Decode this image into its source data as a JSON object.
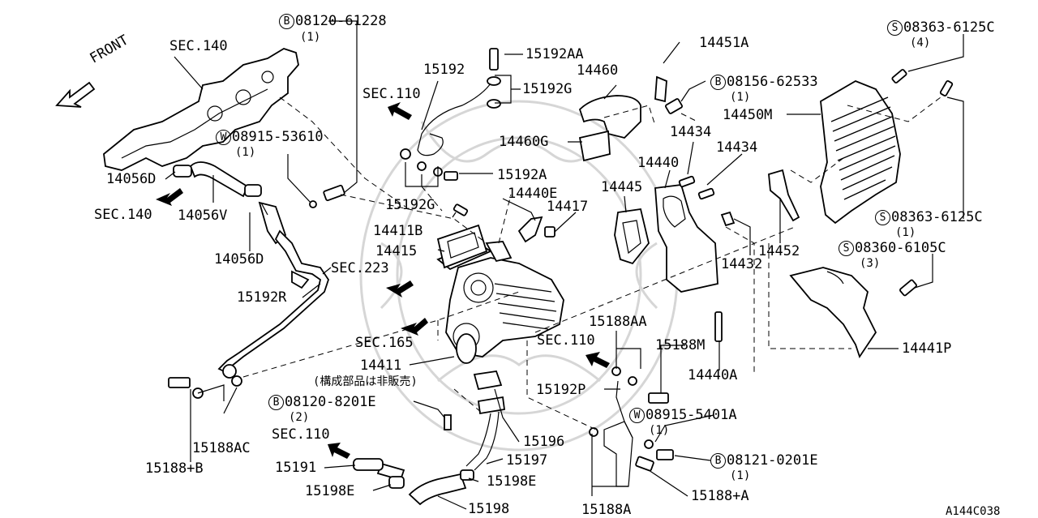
{
  "diagram_id": "A144C038",
  "front_label": "FRONT",
  "labels": {
    "sec140_top": "SEC.140",
    "b_08120_61228": "08120-61228",
    "b_08120_61228_qty": "(1)",
    "n15192AA": "15192AA",
    "n14451A": "14451A",
    "s_08363_6125C_top": "08363-6125C",
    "s_08363_6125C_top_qty": "(4)",
    "n15192": "15192",
    "n14460": "14460",
    "b_08156_62533": "08156-62533",
    "b_08156_62533_qty": "(1)",
    "sec110_a": "SEC.110",
    "n15192G_a": "15192G",
    "n14450M": "14450M",
    "w_08915_53610": "08915-53610",
    "w_08915_53610_qty": "(1)",
    "n14460G": "14460G",
    "n14434_a": "14434",
    "n14434_b": "14434",
    "n14440": "14440",
    "n14056D_a": "14056D",
    "n15192A": "15192A",
    "n14445": "14445",
    "n14440E": "14440E",
    "sec140_left": "SEC.140",
    "n14056V": "14056V",
    "n15192G_b": "15192G",
    "n14417": "14417",
    "n14411B": "14411B",
    "s_08363_6125C_bot": "08363-6125C",
    "s_08363_6125C_bot_qty": "(1)",
    "n14415": "14415",
    "n14452": "14452",
    "s_08360_6105C": "08360-6105C",
    "s_08360_6105C_qty": "(3)",
    "n14056D_b": "14056D",
    "n14432": "14432",
    "sec223": "SEC.223",
    "n15192R": "15192R",
    "n15188AA": "15188AA",
    "sec165": "SEC.165",
    "sec110_b": "SEC.110",
    "n15188M": "15188M",
    "n14441P": "14441P",
    "n14411": "14411",
    "note_not_sold": "(構成部品は非販売)",
    "n14440A": "14440A",
    "n15192P": "15192P",
    "b_08120_8201E": "08120-8201E",
    "b_08120_8201E_qty": "(2)",
    "w_08915_5401A": "08915-5401A",
    "w_08915_5401A_qty": "(1)",
    "sec110_c": "SEC.110",
    "n15196": "15196",
    "n15188AC": "15188AC",
    "b_08121_0201E": "08121-0201E",
    "b_08121_0201E_qty": "(1)",
    "n15191": "15191",
    "n15197": "15197",
    "n15188B": "15188+B",
    "n15198E_a": "15198E",
    "n15198E_b": "15198E",
    "n15188A_plus": "15188+A",
    "n15198": "15198",
    "n15188A": "15188A"
  },
  "prefix_letters": {
    "bolt": "B",
    "washer": "W",
    "screw": "S"
  }
}
